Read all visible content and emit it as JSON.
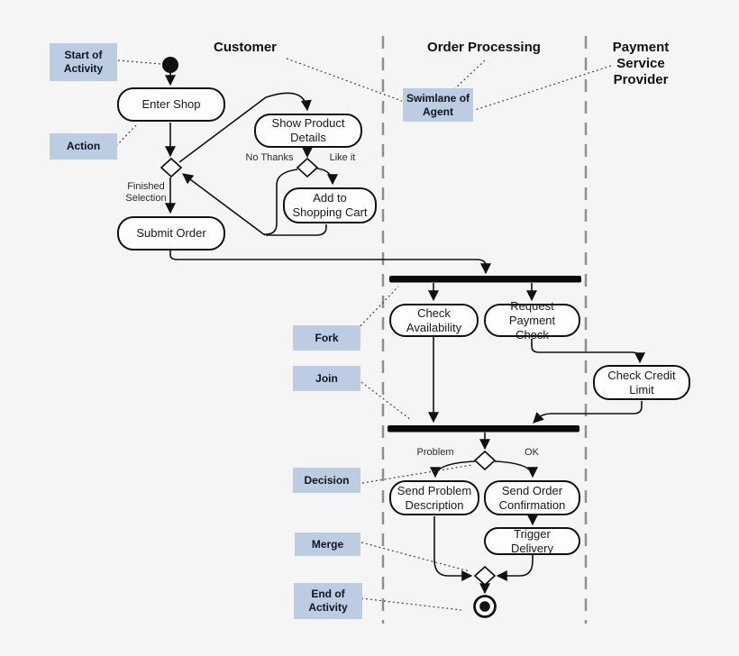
{
  "colors": {
    "background": "#f5f5f5",
    "annotation_bg": "#bccde3",
    "node_fill": "#fdfdfd",
    "line": "#1a1a1a",
    "lane_divider": "#8f8f8f"
  },
  "lane_headers": [
    {
      "label": "Customer"
    },
    {
      "label": "Order Processing"
    },
    {
      "label": "Payment Service Provider"
    }
  ],
  "nodes": {
    "enter_shop": "Enter Shop",
    "show_product_details": "Show Product Details",
    "add_to_cart": "Add to Shopping Cart",
    "submit_order": "Submit Order",
    "check_availability": "Check Availability",
    "request_payment_check": "Request Payment Check",
    "check_credit_limit": "Check Credit Limit",
    "send_problem_description": "Send Problem Description",
    "send_order_confirmation": "Send Order Confirmation",
    "trigger_delivery": "Trigger Delivery"
  },
  "edge_labels": {
    "no_thanks": "No Thanks",
    "like_it": "Like it",
    "finished_selection": "Finished Selection",
    "problem": "Problem",
    "ok": "OK"
  },
  "annotations": {
    "start": "Start of Activity",
    "action": "Action",
    "swimlane": "Swimlane of Agent",
    "fork": "Fork",
    "join": "Join",
    "decision": "Decision",
    "merge": "Merge",
    "end": "End of Activity"
  }
}
